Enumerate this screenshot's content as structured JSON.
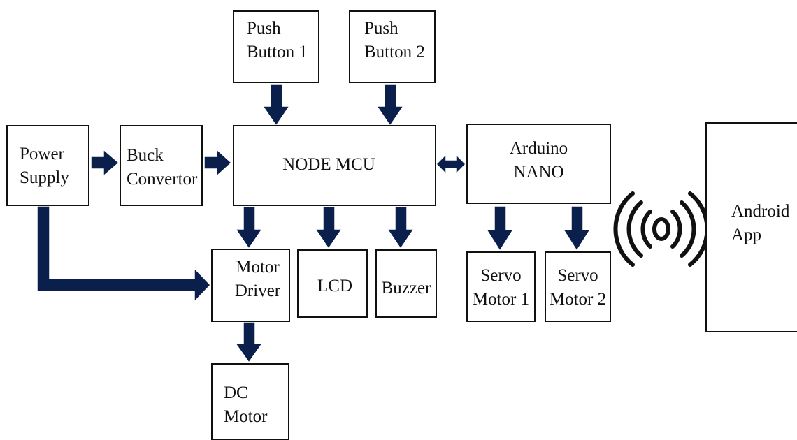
{
  "diagram": {
    "blocks": {
      "power_supply": {
        "line1": "Power",
        "line2": "Supply"
      },
      "buck_convertor": {
        "line1": "Buck",
        "line2": "Convertor"
      },
      "push_button_1": {
        "line1": "Push",
        "line2": "Button 1"
      },
      "push_button_2": {
        "line1": "Push",
        "line2": "Button 2"
      },
      "node_mcu": {
        "label": "NODE MCU"
      },
      "arduino_nano": {
        "line1": "Arduino",
        "line2": "NANO"
      },
      "motor_driver": {
        "line1": "Motor",
        "line2": "Driver"
      },
      "lcd": {
        "label": "LCD"
      },
      "buzzer": {
        "label": "Buzzer"
      },
      "servo_motor_1": {
        "line1": "Servo",
        "line2": "Motor 1"
      },
      "servo_motor_2": {
        "line1": "Servo",
        "line2": "Motor 2"
      },
      "dc_motor": {
        "line1": "DC",
        "line2": "Motor"
      },
      "android_app": {
        "line1": "Android",
        "line2": "App"
      }
    },
    "colors": {
      "arrow": "#0b1f4d",
      "border": "#111111",
      "text": "#111111"
    },
    "icons": {
      "wireless": "wireless-signal-icon"
    }
  }
}
